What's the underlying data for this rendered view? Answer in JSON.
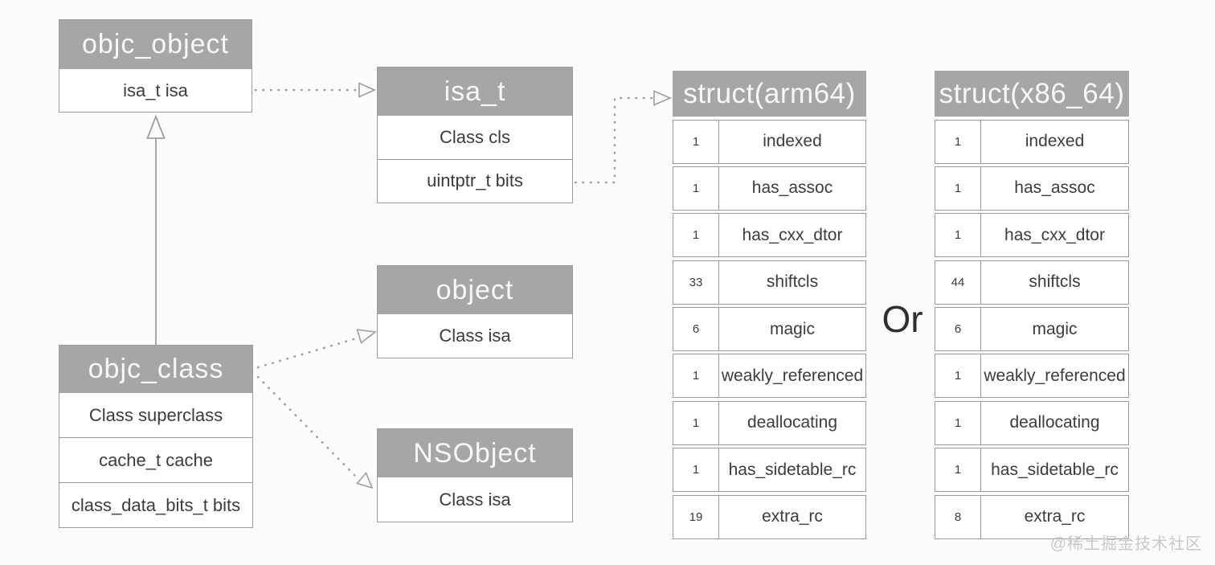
{
  "diagram": {
    "classes": {
      "objc_object": {
        "title": "objc_object",
        "rows": [
          "isa_t isa"
        ]
      },
      "isa_t": {
        "title": "isa_t",
        "rows": [
          "Class cls",
          "uintptr_t bits"
        ]
      },
      "object": {
        "title": "object",
        "rows": [
          "Class isa"
        ]
      },
      "nsobject": {
        "title": "NSObject",
        "rows": [
          "Class isa"
        ]
      },
      "objc_class": {
        "title": "objc_class",
        "rows": [
          "Class superclass",
          "cache_t cache",
          "class_data_bits_t bits"
        ]
      }
    },
    "structs": {
      "arm64": {
        "title": "struct(arm64)",
        "fields": [
          {
            "bits": "1",
            "name": "indexed"
          },
          {
            "bits": "1",
            "name": "has_assoc"
          },
          {
            "bits": "1",
            "name": "has_cxx_dtor"
          },
          {
            "bits": "33",
            "name": "shiftcls"
          },
          {
            "bits": "6",
            "name": "magic"
          },
          {
            "bits": "1",
            "name": "weakly_referenced"
          },
          {
            "bits": "1",
            "name": "deallocating"
          },
          {
            "bits": "1",
            "name": "has_sidetable_rc"
          },
          {
            "bits": "19",
            "name": "extra_rc"
          }
        ]
      },
      "x86_64": {
        "title": "struct(x86_64)",
        "fields": [
          {
            "bits": "1",
            "name": "indexed"
          },
          {
            "bits": "1",
            "name": "has_assoc"
          },
          {
            "bits": "1",
            "name": "has_cxx_dtor"
          },
          {
            "bits": "44",
            "name": "shiftcls"
          },
          {
            "bits": "6",
            "name": "magic"
          },
          {
            "bits": "1",
            "name": "weakly_referenced"
          },
          {
            "bits": "1",
            "name": "deallocating"
          },
          {
            "bits": "1",
            "name": "has_sidetable_rc"
          },
          {
            "bits": "8",
            "name": "extra_rc"
          }
        ]
      }
    },
    "or_label": "Or",
    "watermark": "@稀土掘金技术社区",
    "colors": {
      "header_bg": "#a6a6a6",
      "header_text": "#f7f7f7",
      "border": "#9b9b9b",
      "body_text": "#3c3c3c",
      "arrow": "#9e9e9e",
      "watermark": "#c8c8c8"
    }
  }
}
